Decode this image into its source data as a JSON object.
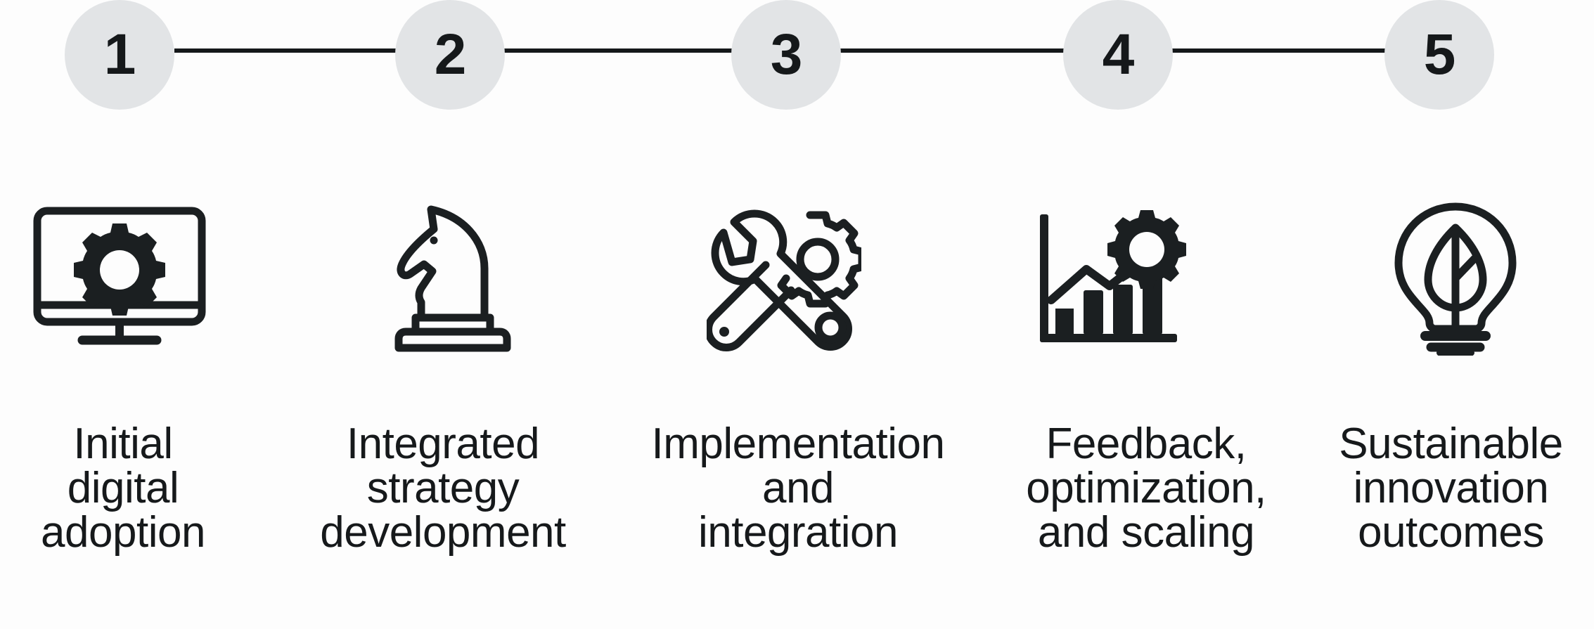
{
  "diagram": {
    "type": "horizontal-step-process",
    "background_color": "#fdfdfd",
    "accent_color": "#e2e4e6",
    "ink_color": "#15181a",
    "step_count": 5,
    "steps": [
      {
        "number": "1",
        "icon": "monitor-gear-icon",
        "label_lines": [
          "Initial",
          "digital",
          "adoption"
        ],
        "label_text": "Initial digital adoption"
      },
      {
        "number": "2",
        "icon": "chess-knight-icon",
        "label_lines": [
          "Integrated",
          "strategy",
          "development"
        ],
        "label_text": "Integrated strategy development"
      },
      {
        "number": "3",
        "icon": "wrench-gear-screwdriver-icon",
        "label_lines": [
          "Implementation",
          "and",
          "integration"
        ],
        "label_text": "Implementation and integration"
      },
      {
        "number": "4",
        "icon": "bar-chart-growth-gear-icon",
        "label_lines": [
          "Feedback,",
          "optimization,",
          "and scaling"
        ],
        "label_text": "Feedback, optimization, and scaling"
      },
      {
        "number": "5",
        "icon": "lightbulb-leaf-icon",
        "label_lines": [
          "Sustainable",
          "innovation",
          "outcomes"
        ],
        "label_text": "Sustainable innovation outcomes"
      }
    ]
  }
}
